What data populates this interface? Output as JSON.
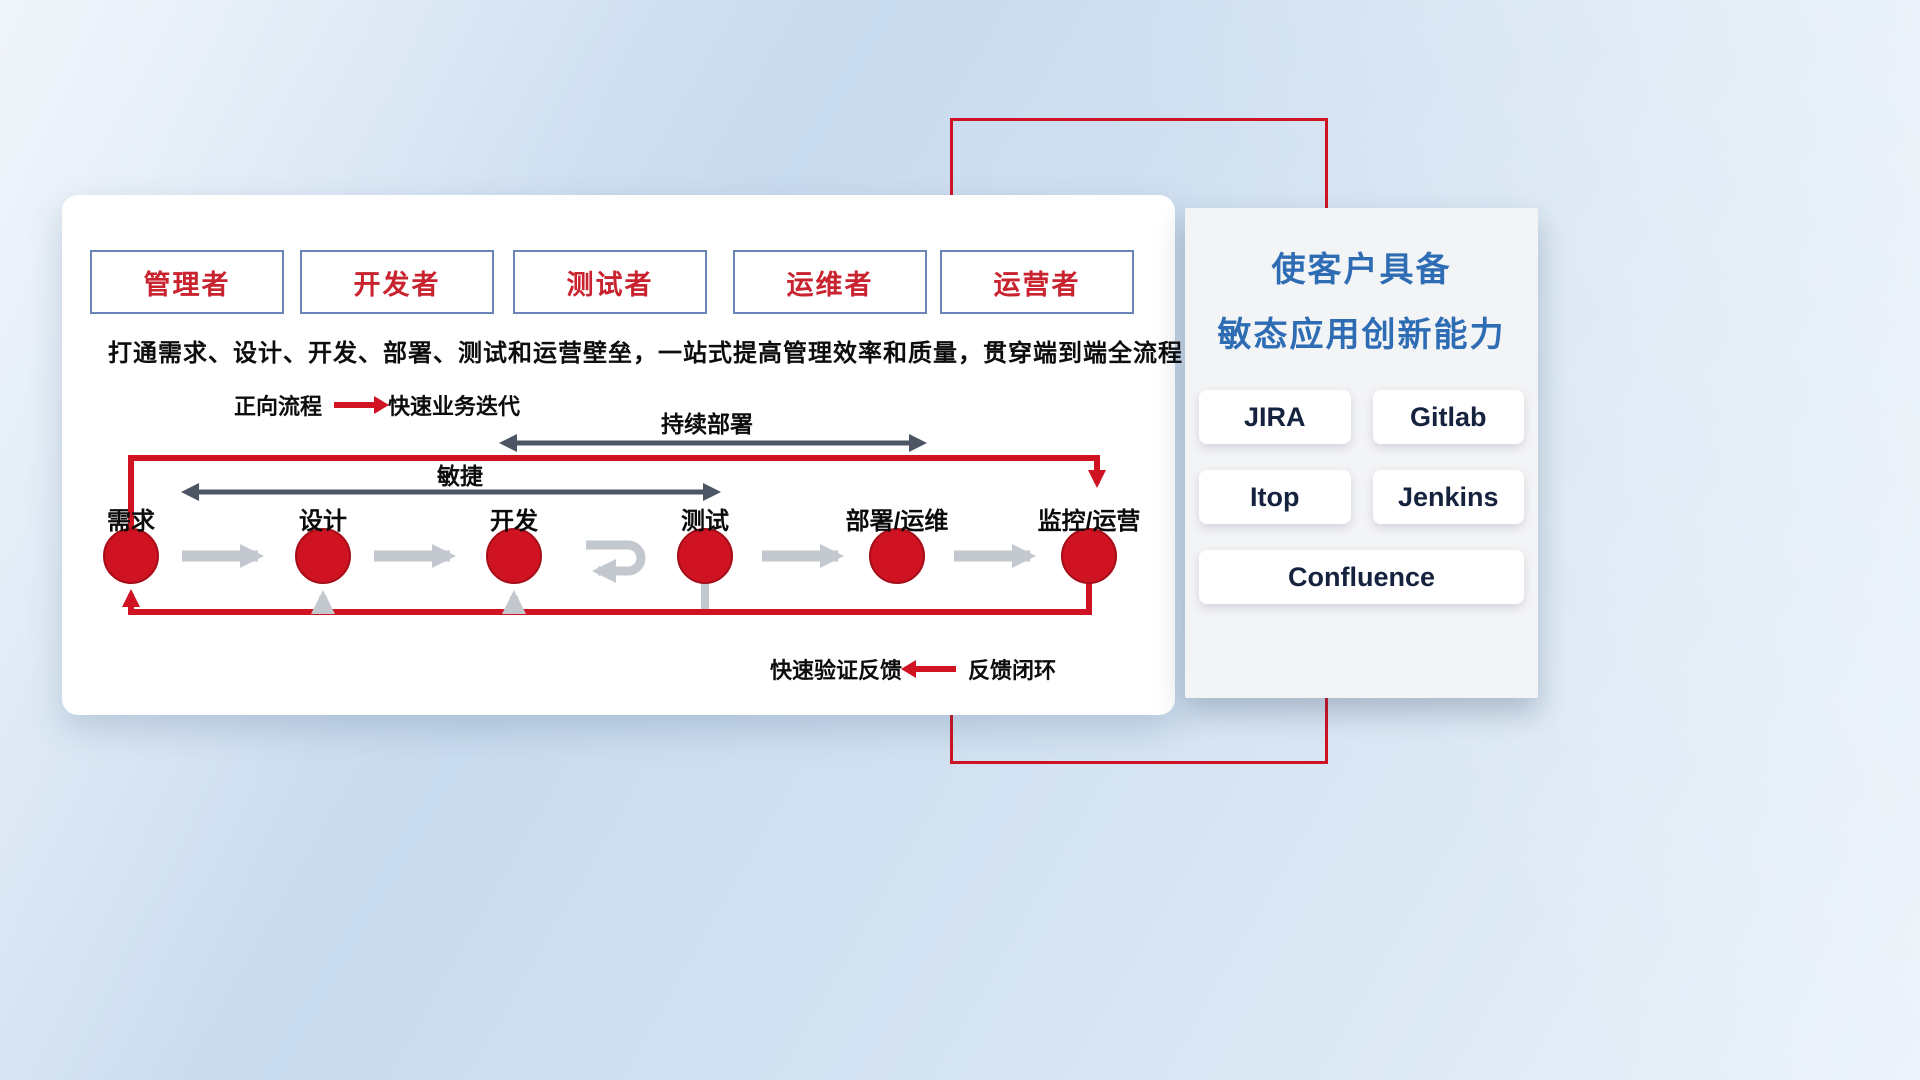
{
  "colors": {
    "accent_red": "#cf1322",
    "dark_arrow": "#4b5563",
    "gray_arrow": "#c3c8cf",
    "panel_blue": "#2e6cb4",
    "tool_navy": "#15233f",
    "role_border_blue": "#6b85b8"
  },
  "roles": [
    "管理者",
    "开发者",
    "测试者",
    "运维者",
    "运营者"
  ],
  "description": "打通需求、设计、开发、部署、测试和运营壁垒，一站式提高管理效率和质量，贯穿端到端全流程",
  "forward_legend": {
    "label": "正向流程",
    "caption": "快速业务迭代"
  },
  "flow_labels": {
    "continuous_deployment": "持续部署",
    "agile": "敏捷"
  },
  "stages": [
    "需求",
    "设计",
    "开发",
    "测试",
    "部署/运维",
    "监控/运营"
  ],
  "feedback_legend": {
    "caption": "快速验证反馈",
    "label": "反馈闭环"
  },
  "side_panel": {
    "title_line1": "使客户具备",
    "title_line2": "敏态应用创新能力",
    "tools": [
      "JIRA",
      "Gitlab",
      "Itop",
      "Jenkins",
      "Confluence"
    ]
  }
}
